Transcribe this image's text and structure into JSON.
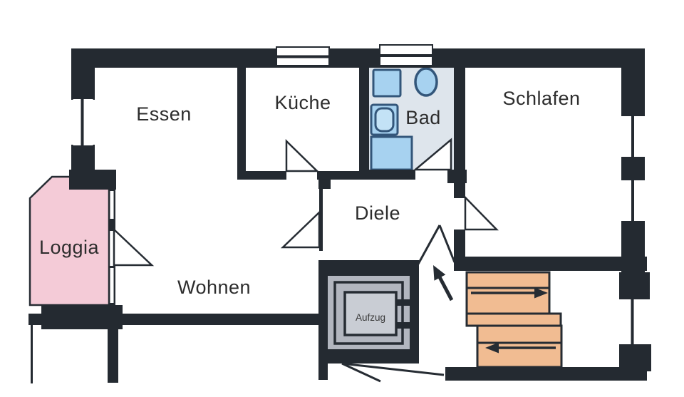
{
  "rooms": {
    "essen": {
      "label": "Essen"
    },
    "kueche": {
      "label": "Küche"
    },
    "bad": {
      "label": "Bad"
    },
    "schlafen": {
      "label": "Schlafen"
    },
    "diele": {
      "label": "Diele"
    },
    "wohnen": {
      "label": "Wohnen"
    },
    "loggia": {
      "label": "Loggia"
    },
    "aufzug": {
      "label": "Aufzug"
    }
  },
  "icons": {
    "entrance_arrow": "up-left-arrow",
    "stair_arrow_upper": "right-arrow",
    "stair_arrow_lower": "left-arrow"
  },
  "colors": {
    "wall": "#242a31",
    "line": "#262c33",
    "loggia_fill": "#f4cbd7",
    "stairs_fill": "#f1bc92",
    "bath_floor": "#dee5ec",
    "fixture_fill": "#a7d2f0",
    "fixture_inner_fill": "#c3e2f6",
    "fixture_stroke": "#33567a",
    "elevator_shaft_fill": "#b2b6bf",
    "elevator_cab_fill": "#c9cdd4"
  }
}
